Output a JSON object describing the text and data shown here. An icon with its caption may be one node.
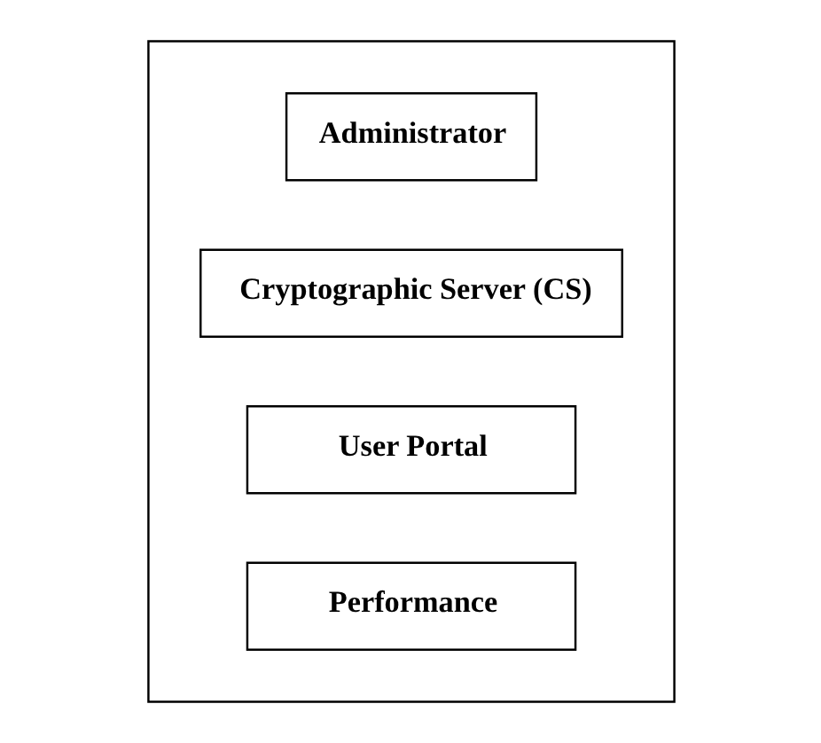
{
  "diagram": {
    "nodes": [
      {
        "text": [],
        "shape": "box"
      },
      {
        "text": [
          "Administrator"
        ],
        "in": 0
      },
      {
        "text": [
          "Cryptographic Server (CS)"
        ],
        "in": 0
      },
      {
        "text": [
          "User Portal"
        ],
        "in": 0
      },
      {
        "text": [
          "Performance"
        ],
        "in": 0
      }
    ],
    "edges": []
  }
}
